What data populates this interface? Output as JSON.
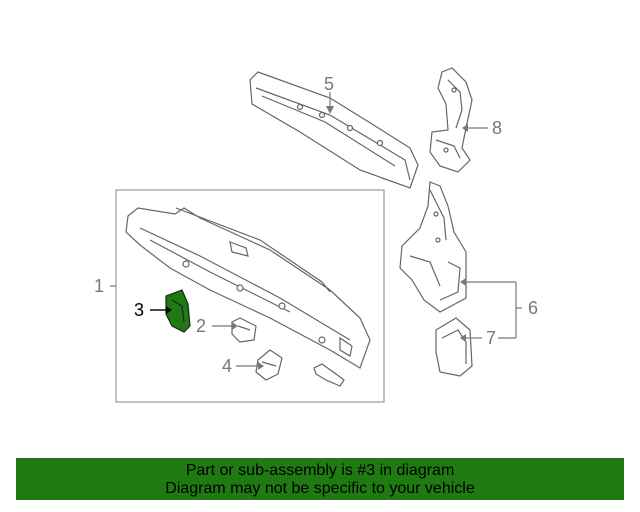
{
  "callouts": {
    "c1": "1",
    "c2": "2",
    "c3": "3",
    "c4": "4",
    "c5": "5",
    "c6": "6",
    "c7": "7",
    "c8": "8"
  },
  "highlight_color": "#1f7a12",
  "banner": {
    "line1": "Part or sub-assembly is #3 in diagram",
    "line2": "Diagram may not be specific to your vehicle"
  }
}
